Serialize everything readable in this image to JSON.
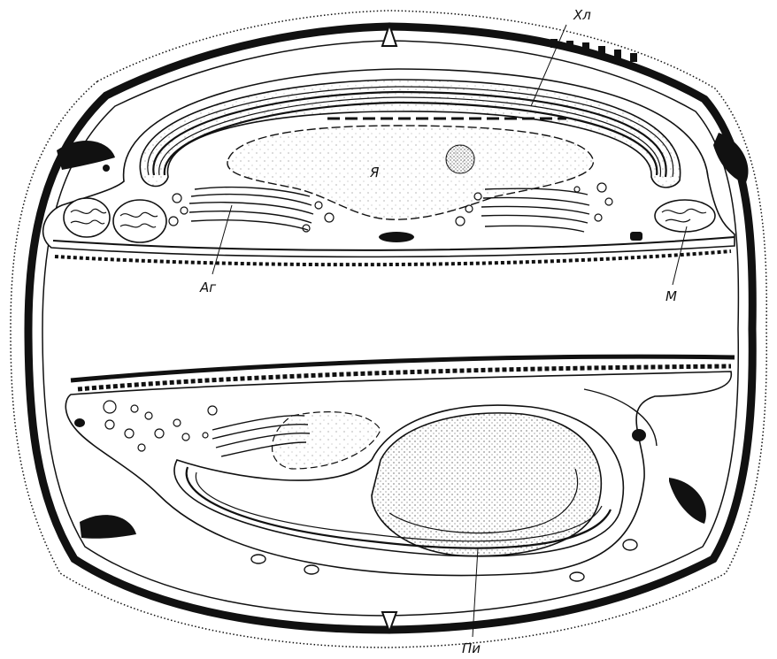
{
  "figure": {
    "labels": {
      "chloroplast": "Хл",
      "nucleus": "Я",
      "golgi": "Аг",
      "mitochondrion": "М",
      "pyrenoid": "Пи"
    }
  },
  "colors": {
    "ink": "#111111",
    "background": "#ffffff"
  }
}
